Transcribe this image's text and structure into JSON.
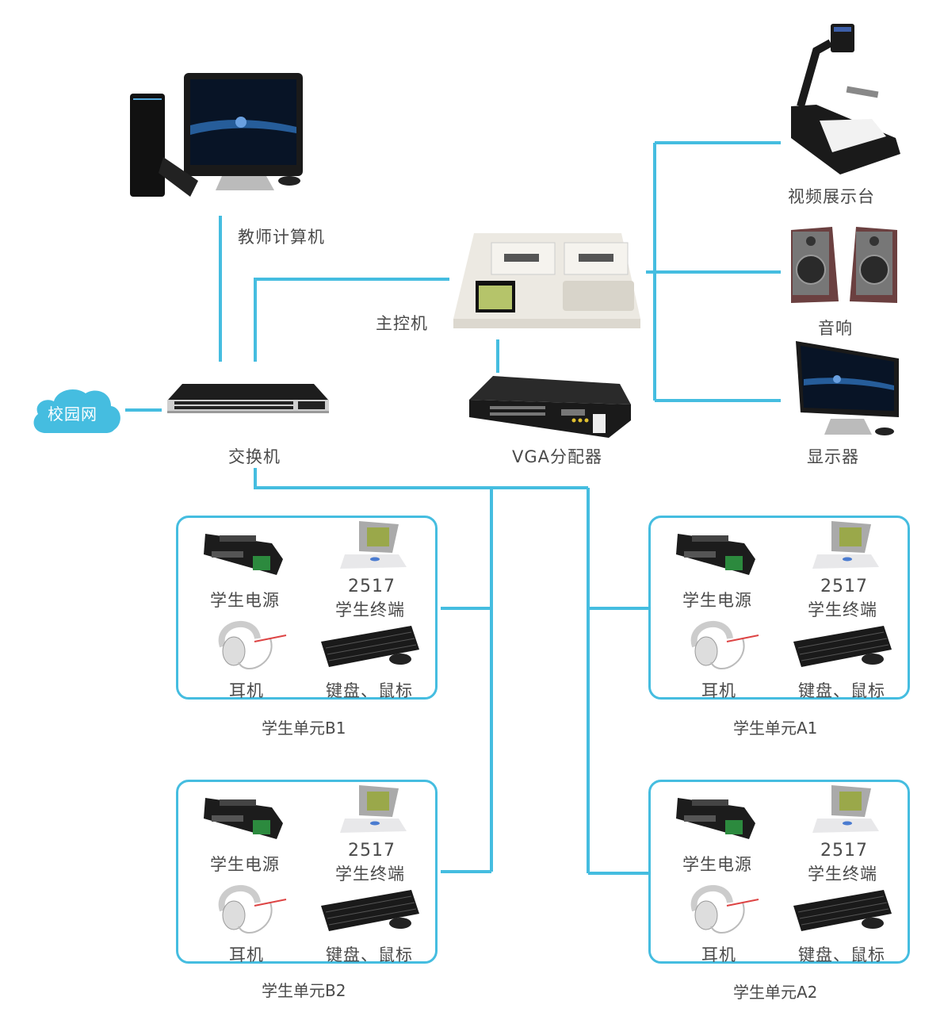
{
  "diagram": {
    "theme": {
      "line_color": "#45bde0",
      "cloud_color": "#45bde0",
      "text_color": "#4a4a4a"
    },
    "nodes": {
      "campus_network": {
        "label": "校园网",
        "icon": "cloud-icon"
      },
      "switch": {
        "label": "交换机",
        "icon": "network-switch-icon"
      },
      "teacher_pc": {
        "label": "教师计算机",
        "icon": "desktop-computer-icon"
      },
      "main_controller": {
        "label": "主控机",
        "icon": "language-lab-console-icon"
      },
      "vga_splitter": {
        "label": "VGA分配器",
        "icon": "vga-splitter-icon"
      },
      "visualizer": {
        "label": "视频展示台",
        "icon": "document-camera-icon"
      },
      "speakers": {
        "label": "音响",
        "icon": "speakers-icon"
      },
      "display": {
        "label": "显示器",
        "icon": "monitor-icon"
      }
    },
    "student_units": [
      {
        "id": "B1",
        "title": "学生单元B1",
        "items": {
          "power": "学生电源",
          "terminal_model": "2517",
          "terminal": "学生终端",
          "headset": "耳机",
          "keyboard_mouse": "键盘、鼠标"
        }
      },
      {
        "id": "A1",
        "title": "学生单元A1",
        "items": {
          "power": "学生电源",
          "terminal_model": "2517",
          "terminal": "学生终端",
          "headset": "耳机",
          "keyboard_mouse": "键盘、鼠标"
        }
      },
      {
        "id": "B2",
        "title": "学生单元B2",
        "items": {
          "power": "学生电源",
          "terminal_model": "2517",
          "terminal": "学生终端",
          "headset": "耳机",
          "keyboard_mouse": "键盘、鼠标"
        }
      },
      {
        "id": "A2",
        "title": "学生单元A2",
        "items": {
          "power": "学生电源",
          "terminal_model": "2517",
          "terminal": "学生终端",
          "headset": "耳机",
          "keyboard_mouse": "键盘、鼠标"
        }
      }
    ],
    "connections": [
      [
        "校园网",
        "交换机"
      ],
      [
        "交换机",
        "教师计算机"
      ],
      [
        "交换机",
        "主控机"
      ],
      [
        "主控机",
        "VGA分配器"
      ],
      [
        "主控机",
        "视频展示台"
      ],
      [
        "主控机",
        "音响"
      ],
      [
        "主控机",
        "显示器"
      ],
      [
        "交换机",
        "学生单元B1"
      ],
      [
        "交换机",
        "学生单元B2"
      ],
      [
        "交换机",
        "学生单元A1"
      ],
      [
        "交换机",
        "学生单元A2"
      ]
    ]
  }
}
